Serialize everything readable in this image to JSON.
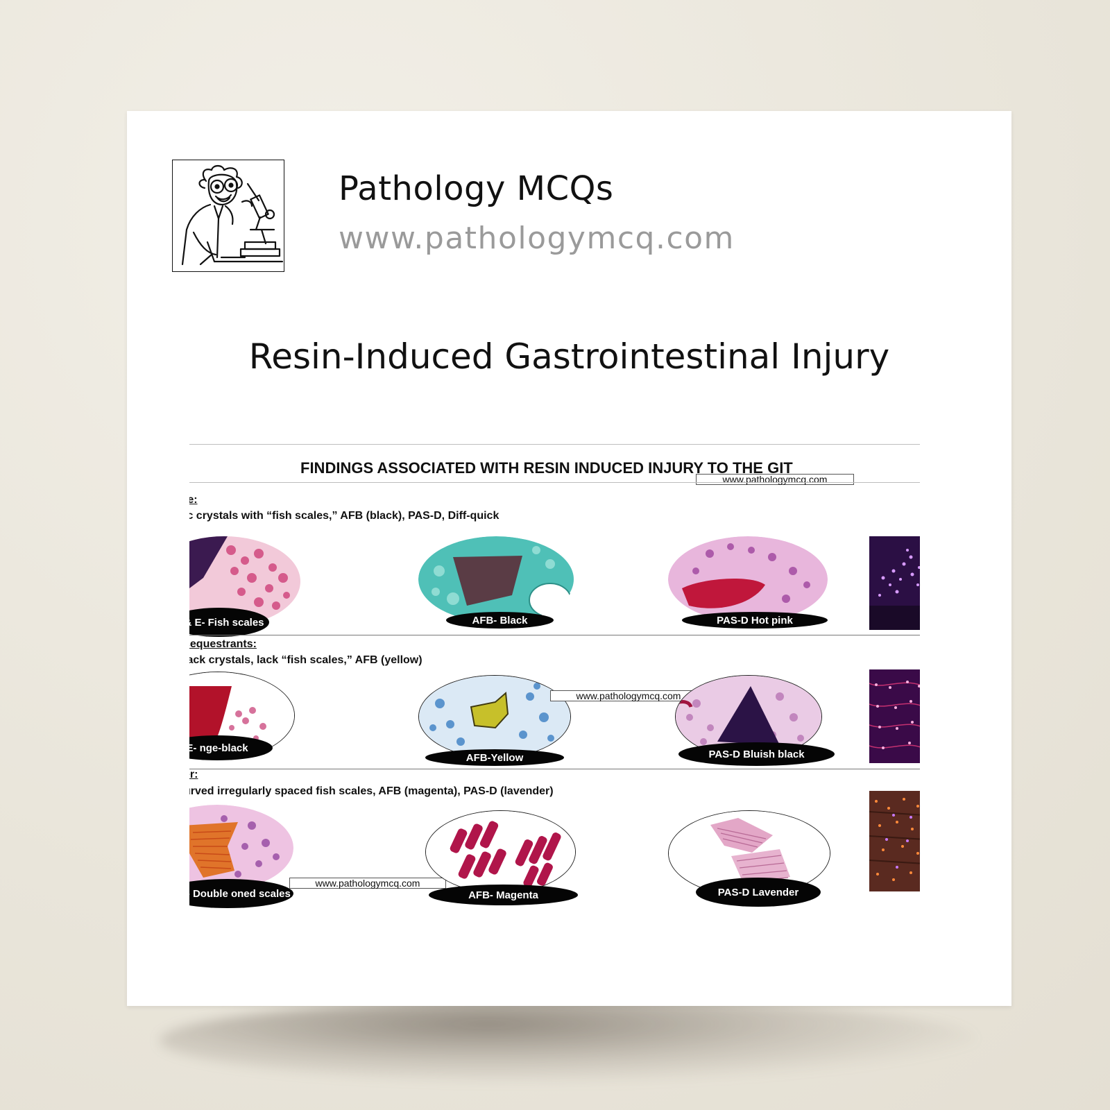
{
  "brand": {
    "name": "Pathology MCQs",
    "url": "www.pathologymcq.com"
  },
  "page_title": "Resin-Induced Gastrointestinal Injury",
  "document": {
    "heading": "FINDINGS ASSOCIATED WITH RESIN INDUCED INJURY TO THE GIT",
    "watermark": "www.pathologymcq.com",
    "sections": [
      {
        "head": "te:",
        "desc": "ic crystals with “fish scales,” AFB (black), PAS-D, Diff-quick",
        "labels": [
          "H & E- Fish scales",
          "AFB- Black",
          "PAS-D Hot pink"
        ]
      },
      {
        "head": "sequestrants:",
        "desc": "lack crystals, lack “fish scales,” AFB (yellow)",
        "labels": [
          "E- nge-black",
          "AFB-Yellow",
          "PAS-D Bluish black"
        ]
      },
      {
        "head": "er:",
        "desc": "urved irregularly spaced fish scales, AFB (magenta), PAS-D (lavender)",
        "labels": [
          "H&E- Double oned scales",
          "AFB- Magenta",
          "PAS-D Lavender"
        ]
      }
    ]
  },
  "colors": {
    "background": "#ece8de",
    "card": "#ffffff",
    "url_gray": "#9a9a9a",
    "label_black": "#050505"
  }
}
